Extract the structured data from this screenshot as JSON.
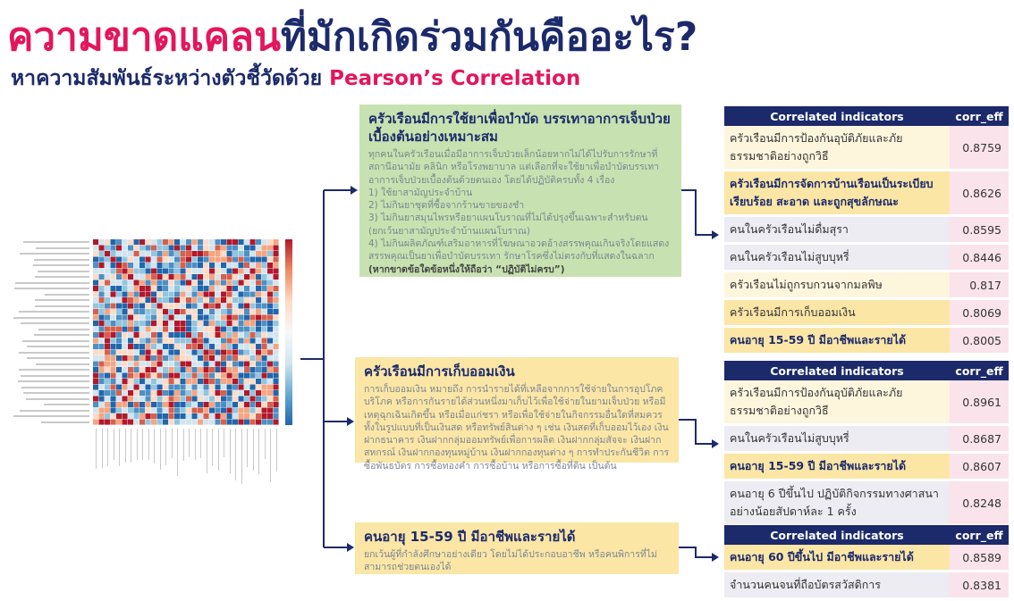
{
  "header": {
    "title_accent": "ความขาดแคลน",
    "title_rest": "ที่มักเกิดร่วมกันคืออะไร?",
    "subtitle_main": "หาความสัมพันธ์ระหว่างตัวชี้วัดด้วย ",
    "subtitle_accent": "Pearson’s Correlation"
  },
  "colors": {
    "navy": "#1c2a6b",
    "accent_pink": "#e4165b",
    "green_box": "#c7e2b0",
    "yellow_box": "#fbe6a6",
    "value_pink": "#fbe3eb"
  },
  "groups": [
    {
      "title": "ครัวเรือนมีการใช้ยาเพื่อบำบัด บรรเทาอาการเจ็บป่วยเบื้องต้นอย่างเหมาะสม",
      "description": [
        "ทุกคนในครัวเรือนเมื่อมีอาการเจ็บป่วยเล็กน้อยหากไม่ได้ไปรับการรักษาที่สถานีอนามัย คลินิก หรือโรงพยาบาล แต่เลือกที่จะใช้ยาเพื่อบำบัดบรรเทาอาการเจ็บป่วยเบื้องต้นด้วยตนเอง โดยได้ปฏิบัติครบทั้ง 4 เรื่อง",
        "1) ใช้ยาสามัญประจำบ้าน",
        "2) ไม่กินยาชุดที่ซื้อจากร้านขายของชำ",
        "3) ไม่กินยาสมุนไพรหรือยาแผนโบราณที่ไม่ได้ปรุงขึ้นเฉพาะสำหรับตน (ยกเว้นยาสามัญประจำบ้านแผนโบราณ)",
        "4) ไม่กินผลิตภัณฑ์เสริมอาหารที่โฆษณาอวดอ้างสรรพคุณเกินจริงโดยแสดงสรรพคุณเป็นยาเพื่อบำบัดบรรเทา รักษาโรคซึ่งไม่ตรงกับที่แสดงในฉลาก"
      ],
      "note": "(หากขาดข้อใดข้อหนึ่งให้ถือว่า “ปฏิบัติไม่ครบ”)",
      "table_header": [
        "Correlated indicators",
        "corr_eff"
      ],
      "rows": [
        {
          "indicator": "ครัวเรือนมีการป้องกันอุบัติภัยและภัยธรรมชาติอย่างถูกวิธี",
          "corr": "0.8759"
        },
        {
          "indicator": "ครัวเรือนมีการจัดการบ้านเรือนเป็นระเบียบเรียบร้อย สะอาด และถูกสุขลักษณะ",
          "corr": "0.8626"
        },
        {
          "indicator": "คนในครัวเรือนไม่ดื่มสุรา",
          "corr": "0.8595"
        },
        {
          "indicator": "คนในครัวเรือนไม่สูบบุหรี่",
          "corr": "0.8446"
        },
        {
          "indicator": "ครัวเรือนไม่ถูกรบกวนจากมลพิษ",
          "corr": "0.817"
        },
        {
          "indicator": "ครัวเรือนมีการเก็บออมเงิน",
          "corr": "0.8069"
        },
        {
          "indicator": "คนอายุ 15-59 ปี มีอาชีพและรายได้",
          "corr": "0.8005"
        }
      ]
    },
    {
      "title": "ครัวเรือนมีการเก็บออมเงิน",
      "description": [
        "การเก็บออมเงิน หมายถึง การนำรายได้ที่เหลือจากการใช้จ่ายในการอุปโภคบริโภค หรือการกันรายได้ส่วนหนึ่งมาเก็บไว้เพื่อใช้จ่ายในยามเจ็บป่วย หรือมีเหตุฉุกเฉินเกิดขึ้น หรือเมื่อแก่ชรา หรือเพื่อใช้จ่ายในกิจกรรมอื่นใดที่สมควร ทั้งในรูปแบบที่เป็นเงินสด หรือทรัพย์สินต่าง ๆ เช่น เงินสดที่เก็บออมไว้เอง เงินฝากธนาคาร เงินฝากกลุ่มออมทรัพย์เพื่อการผลิต เงินฝากกลุ่มสัจจะ เงินฝากสหกรณ์ เงินฝากกองทุนหมู่บ้าน เงินฝากกองทุนต่าง ๆ การทำประกันชีวิต การซื้อพันธบัตร การซื้อทองคำ การซื้อบ้าน หรือการซื้อที่ดิน เป็นต้น"
      ],
      "table_header": [
        "Correlated indicators",
        "corr_eff"
      ],
      "rows": [
        {
          "indicator": "ครัวเรือนมีการป้องกันอุบัติภัยและภัยธรรมชาติอย่างถูกวิธี",
          "corr": "0.8961"
        },
        {
          "indicator": "คนในครัวเรือนไม่สูบบุหรี่",
          "corr": "0.8687"
        },
        {
          "indicator": "คนอายุ 15-59 ปี มีอาชีพและรายได้",
          "corr": "0.8607"
        },
        {
          "indicator": "คนอายุ 6 ปีขึ้นไป ปฏิบัติกิจกรรมทางศาสนาอย่างน้อยสัปดาห์ละ 1 ครั้ง",
          "corr": "0.8248"
        }
      ]
    },
    {
      "title": "คนอายุ 15-59 ปี มีอาชีพและรายได้",
      "description": [
        "ยกเว้นผู้ที่กำลังศึกษาอย่างเดียว โดยไม่ได้ประกอบอาชีพ หรือคนพิการที่ไม่สามารถช่วยตนเองได้"
      ],
      "table_header": [
        "Correlated indicators",
        "corr_eff"
      ],
      "rows": [
        {
          "indicator": "คนอายุ 60 ปีขึ้นไป มีอาชีพและรายได้",
          "corr": "0.8589"
        },
        {
          "indicator": "จำนวนคนจนที่ถือบัตรสวัสดิการ",
          "corr": "0.8381"
        }
      ]
    }
  ]
}
